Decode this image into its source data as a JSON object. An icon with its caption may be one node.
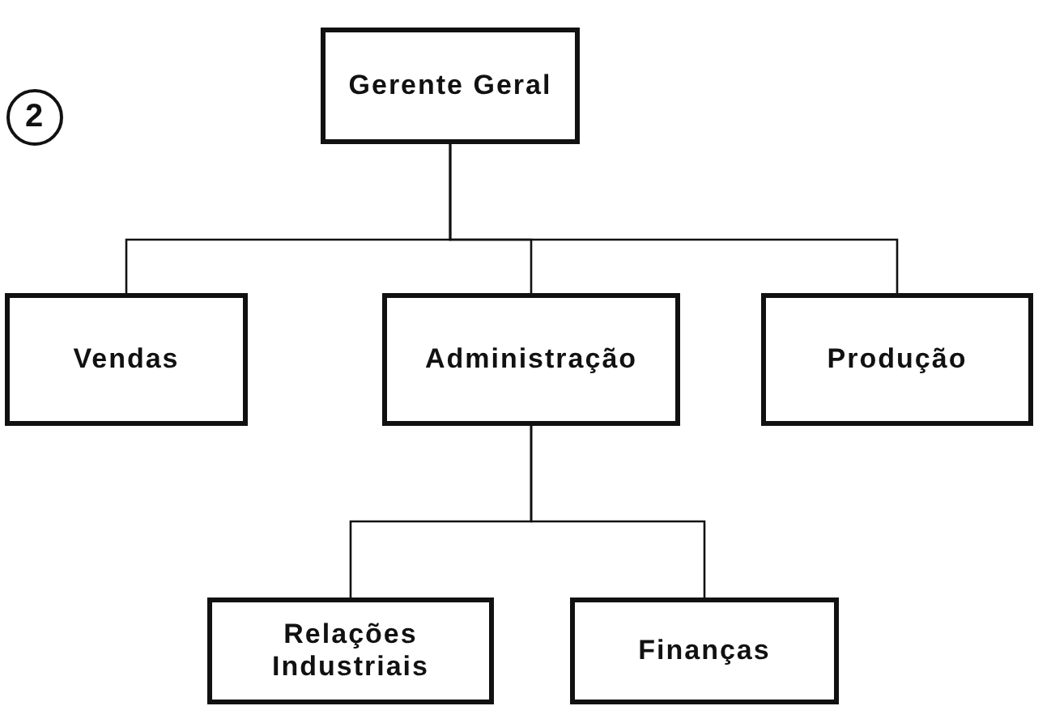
{
  "diagram": {
    "nodes": [
      {
        "text": [
          "Gerente Geral"
        ]
      },
      {
        "text": [
          "2"
        ]
      },
      {
        "text": [
          "Vendas"
        ]
      },
      {
        "text": [
          "Administração"
        ]
      },
      {
        "text": [
          "Produção"
        ]
      },
      {
        "text": [
          "Relações Industriais"
        ]
      },
      {
        "text": [
          "Finanças"
        ]
      }
    ],
    "edges": [
      {
        "from": 0,
        "to": 2,
        "arrow": "none"
      },
      {
        "from": 0,
        "to": 3,
        "arrow": "none"
      },
      {
        "from": 0,
        "to": 4,
        "arrow": "none"
      },
      {
        "from": 3,
        "to": 5,
        "arrow": "none"
      },
      {
        "from": 3,
        "to": 6,
        "arrow": "none"
      }
    ]
  }
}
